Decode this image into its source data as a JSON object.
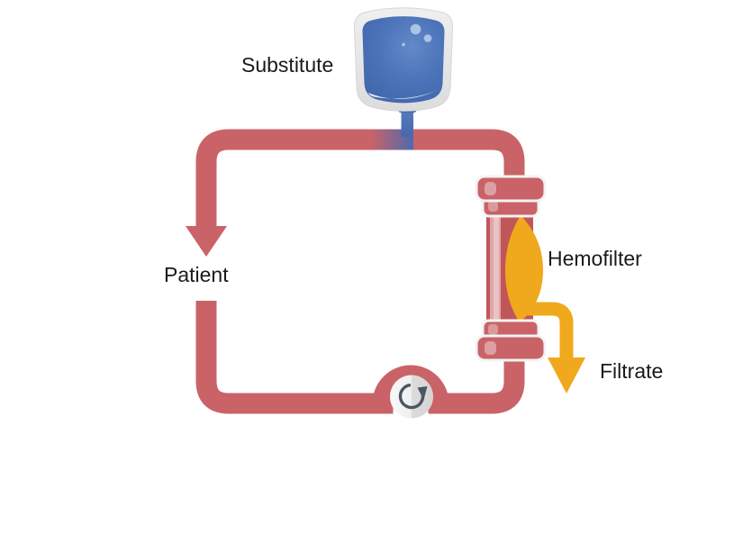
{
  "diagram": {
    "type": "hemofiltration-circuit",
    "labels": {
      "substitute": "Substitute",
      "patient": "Patient",
      "hemofilter": "Hemofilter",
      "filtrate": "Filtrate"
    },
    "components": {
      "iv_bag": "substitute-fluid-bag",
      "circuit": "blood-tubing-loop",
      "pump": "roller-pump",
      "filter": "hemofilter-cartridge",
      "outlet": "filtrate-outlet"
    },
    "colors": {
      "tube-red": "#C96367",
      "filter-red": "#C1565A",
      "highlight-pink": "#DFA6A9",
      "highlight-pink-bright": "#ECC6C8",
      "cap-outline": "#F3F3F3",
      "filtrate-yellow": "#F0A81C",
      "bag-blue": "#4C74B9",
      "bag-blue-dark": "#3E63A8",
      "bag-blue-light": "#6389C8",
      "bag-rim-gray": "#E6E6E6",
      "bubble-blue": "#A9C4E3",
      "pump-arrow-gray": "#4A5660",
      "label-text": "#1A1A1A",
      "background": "#FFFFFF"
    }
  }
}
